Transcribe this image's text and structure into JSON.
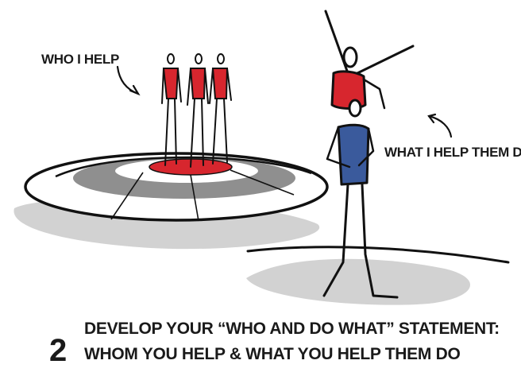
{
  "labels": {
    "who": "WHO I HELP",
    "what": "WHAT I HELP THEM DO"
  },
  "caption": {
    "number": "2",
    "line1": "DEVELOP YOUR “WHO AND DO WHAT” STATEMENT:",
    "line2": "WHOM YOU HELP & WHAT YOU HELP THEM DO"
  },
  "colors": {
    "red": "#d7262e",
    "blue": "#3a5a9c",
    "ink": "#111111",
    "shadow": "#d2d2d2",
    "ring_gray": "#8a8a8a"
  }
}
